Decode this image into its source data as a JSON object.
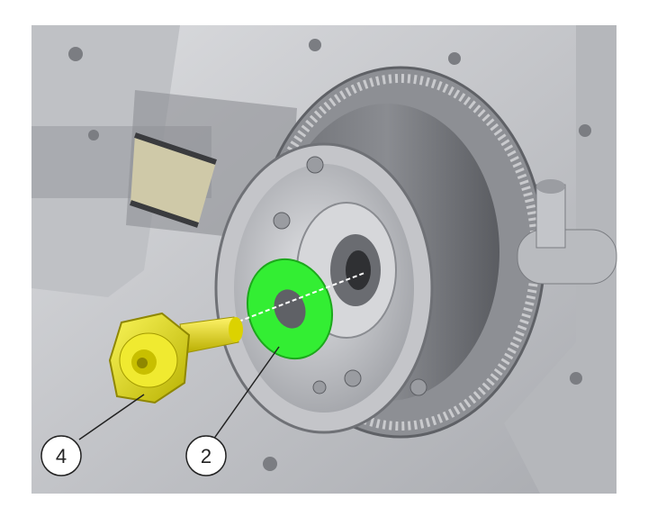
{
  "callouts": [
    {
      "label": "4",
      "part": "bolt",
      "color": "#e6e000"
    },
    {
      "label": "2",
      "part": "washer",
      "color": "#33ee33"
    }
  ],
  "colors": {
    "casing": "#c9cacd",
    "casing_shadow": "#9a9ca2",
    "dark": "#55575c",
    "washer": "#33ee33",
    "bolt": "#e6e000",
    "background": "#ffffff"
  },
  "icons": [
    "engine-casing",
    "flywheel",
    "ring-gear",
    "cam-chain",
    "bolt",
    "washer"
  ]
}
